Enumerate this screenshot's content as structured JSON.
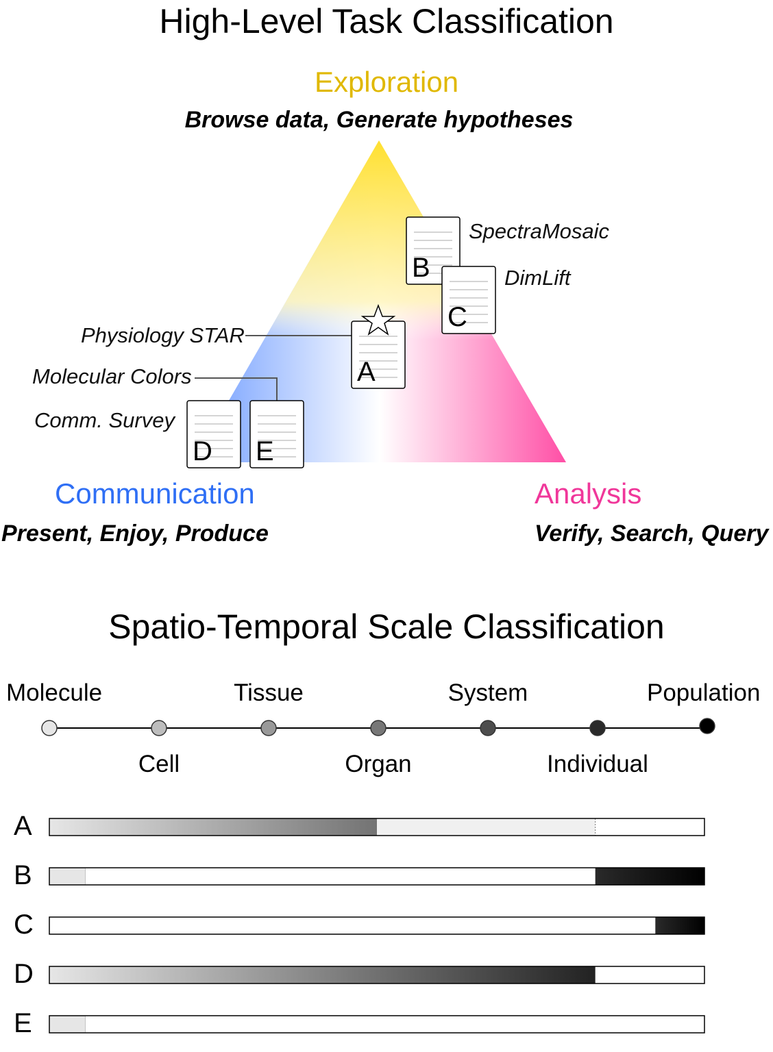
{
  "task": {
    "title": "High-Level Task Classification",
    "exploration": {
      "label": "Exploration",
      "tasks": "Browse data, Generate hypotheses",
      "color": "#e0b800"
    },
    "communication": {
      "label": "Communication",
      "tasks": "Present, Enjoy, Produce",
      "color": "#2f6ff5"
    },
    "analysis": {
      "label": "Analysis",
      "tasks": "Verify, Search, Query",
      "color": "#f0379a"
    },
    "papers": [
      {
        "id": "A",
        "name": "Physiology STAR",
        "starred": true
      },
      {
        "id": "B",
        "name": "SpectraMosaic"
      },
      {
        "id": "C",
        "name": "DimLift"
      },
      {
        "id": "D",
        "name": "Comm. Survey"
      },
      {
        "id": "E",
        "name": "Molecular Colors"
      }
    ]
  },
  "scale": {
    "title": "Spatio-Temporal Scale Classification",
    "levels": [
      "Molecule",
      "Cell",
      "Tissue",
      "Organ",
      "System",
      "Individual",
      "Population"
    ],
    "rows": [
      {
        "id": "A",
        "gradient_to": 3,
        "light_to": 5,
        "dashed_at": 5
      },
      {
        "id": "B",
        "light_to": 0.33,
        "dark_from": 5
      },
      {
        "id": "C",
        "dark_from": 5.55
      },
      {
        "id": "D",
        "gradient_to": 5
      },
      {
        "id": "E",
        "light_to": 0.33
      }
    ]
  }
}
